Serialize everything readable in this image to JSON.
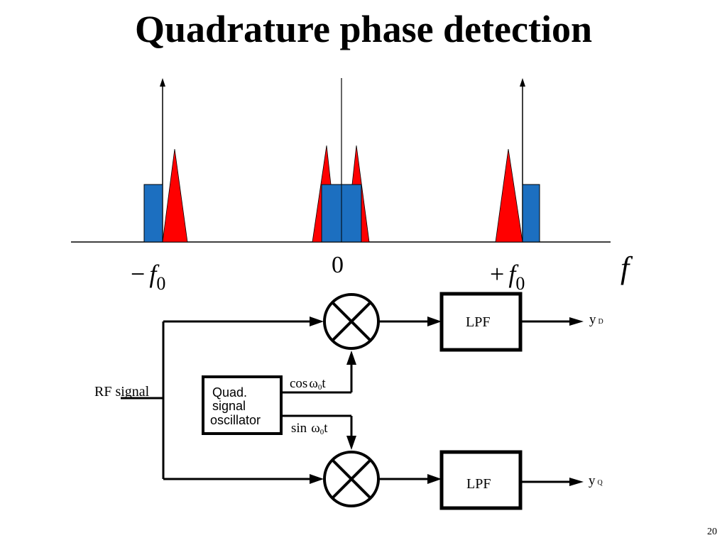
{
  "title": "Quadrature phase detection",
  "spectrum": {
    "freq_labels": {
      "neg": {
        "sign": "−",
        "f": "f",
        "sub": "0"
      },
      "zero": "0",
      "pos": {
        "sign": "+",
        "f": "f",
        "sub": "0"
      },
      "axis": "f"
    },
    "colors": {
      "blue": "#1c6fc0",
      "red": "#ff0000"
    }
  },
  "block_diagram": {
    "input_label": "RF signal",
    "oscillator_lines": [
      "Quad.",
      "signal",
      "oscillator"
    ],
    "cos_label": {
      "func": "cos",
      "omega": "ω",
      "sub": "0",
      "t": "t"
    },
    "sin_label": {
      "func": "sin",
      "omega": "ω",
      "sub": "0",
      "t": "t"
    },
    "lpf_top": "LPF",
    "lpf_bottom": "LPF",
    "out_top": {
      "y": "y",
      "sub": "D"
    },
    "out_bottom": {
      "y": "y",
      "sub": "Q"
    }
  },
  "page_number": "20"
}
